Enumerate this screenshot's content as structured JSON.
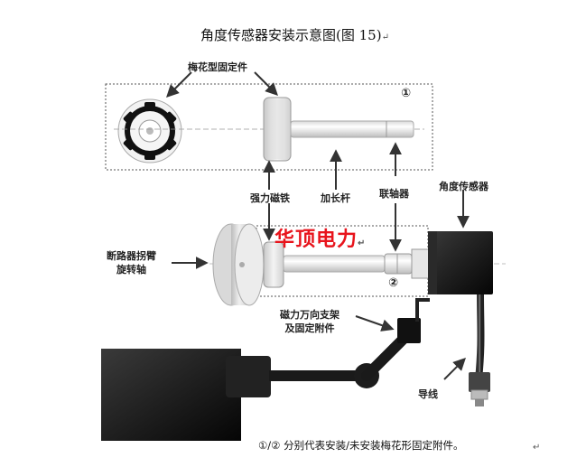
{
  "diagram": {
    "title": "角度传感器安装示意图(图 15)",
    "labels": {
      "plum_fixture": "梅花型固定件",
      "strong_magnet": "强力磁铁",
      "extension_rod": "加长杆",
      "coupling": "联轴器",
      "angle_sensor": "角度传感器",
      "breaker_arm_line1": "断路器拐臂",
      "breaker_arm_line2": "旋转轴",
      "magnetic_bracket_line1": "磁力万向支架",
      "magnetic_bracket_line2": "及固定附件",
      "lead_wire": "导线"
    },
    "markers": {
      "one": "①",
      "two": "②"
    },
    "watermark": "华顶电力",
    "caption": "①/② 分别代表安装/未安装梅花形固定附件。",
    "return_mark": "↵"
  }
}
